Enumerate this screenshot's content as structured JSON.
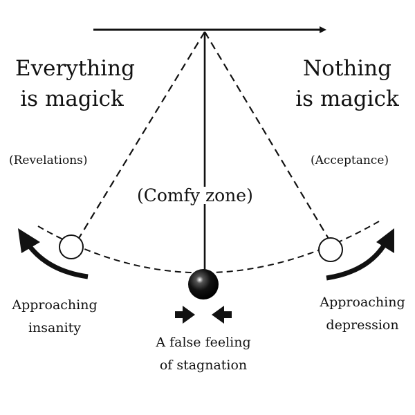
{
  "left_extreme": {
    "line1": "Everything",
    "line2": "is magick",
    "note": "(Revelations)",
    "state_line1": "Approaching",
    "state_line2": "insanity"
  },
  "right_extreme": {
    "line1": "Nothing",
    "line2": "is magick",
    "note": "(Acceptance)",
    "state_line1": "Approaching",
    "state_line2": "depression"
  },
  "center": {
    "zone": "(Comfy zone)",
    "caption_line1": "A false feeling",
    "caption_line2": "of stagnation"
  },
  "colors": {
    "ink": "#111111",
    "background": "#ffffff"
  }
}
